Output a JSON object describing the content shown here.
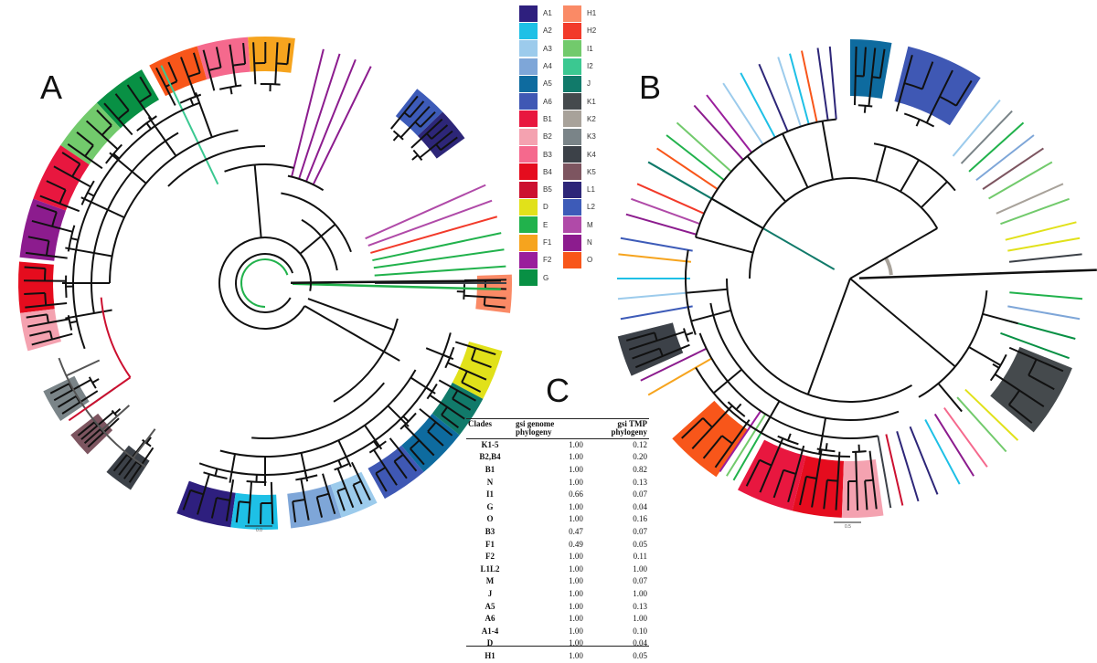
{
  "panel_labels": {
    "a": "A",
    "b": "B",
    "c": "C"
  },
  "scale_bar": {
    "a": "0.0",
    "b": "0.5"
  },
  "colors": {
    "A1": "#2e1f7e",
    "A2": "#1ec0e6",
    "A3": "#9ccbec",
    "A4": "#7ea6d8",
    "A5": "#0e6b9f",
    "A6": "#3f58b4",
    "B1": "#e8173f",
    "B2": "#f4a2b0",
    "B3": "#f5698d",
    "B4": "#e50c1e",
    "B5": "#cc1030",
    "D": "#e1e11a",
    "E": "#21b24c",
    "F1": "#f6a41e",
    "F2": "#9a1e9c",
    "G": "#089044",
    "H1": "#fa8a66",
    "H2": "#f23a2a",
    "I1": "#72ca6c",
    "I2": "#3bc891",
    "J": "#117a6a",
    "K1": "#454a4d",
    "K2": "#a8a29a",
    "K3": "#7a8488",
    "K4": "#3c4148",
    "K5": "#7d5560",
    "L1": "#2d2678",
    "L2": "#3d5bb8",
    "M": "#b04aa8",
    "N": "#8c1c8e",
    "O": "#f8561a"
  },
  "legend": {
    "left": [
      "A1",
      "A2",
      "A3",
      "A4",
      "A5",
      "A6",
      "B1",
      "B2",
      "B3",
      "B4",
      "B5",
      "D",
      "E",
      "F1",
      "F2",
      "G"
    ],
    "right": [
      "H1",
      "H2",
      "I1",
      "I2",
      "J",
      "K1",
      "K2",
      "K3",
      "K4",
      "K5",
      "L1",
      "L2",
      "M",
      "N",
      "O"
    ]
  },
  "table": {
    "headers": {
      "clades": "Clades",
      "genome": "gsi genome phylogeny",
      "tmp": "gsi TMP phylogeny"
    },
    "rows": [
      [
        "K1-5",
        "1.00",
        "0.12"
      ],
      [
        "B2,B4",
        "1.00",
        "0.20"
      ],
      [
        "B1",
        "1.00",
        "0.82"
      ],
      [
        "N",
        "1.00",
        "0.13"
      ],
      [
        "I1",
        "0.66",
        "0.07"
      ],
      [
        "G",
        "1.00",
        "0.04"
      ],
      [
        "O",
        "1.00",
        "0.16"
      ],
      [
        "B3",
        "0.47",
        "0.07"
      ],
      [
        "F1",
        "0.49",
        "0.05"
      ],
      [
        "F2",
        "1.00",
        "0.11"
      ],
      [
        "L1L2",
        "1.00",
        "1.00"
      ],
      [
        "M",
        "1.00",
        "0.07"
      ],
      [
        "J",
        "1.00",
        "1.00"
      ],
      [
        "A5",
        "1.00",
        "0.13"
      ],
      [
        "A6",
        "1.00",
        "1.00"
      ],
      [
        "A1-4",
        "1.00",
        "0.10"
      ],
      [
        "D",
        "1.00",
        "0.04"
      ],
      [
        "H1",
        "1.00",
        "0.05"
      ]
    ]
  }
}
